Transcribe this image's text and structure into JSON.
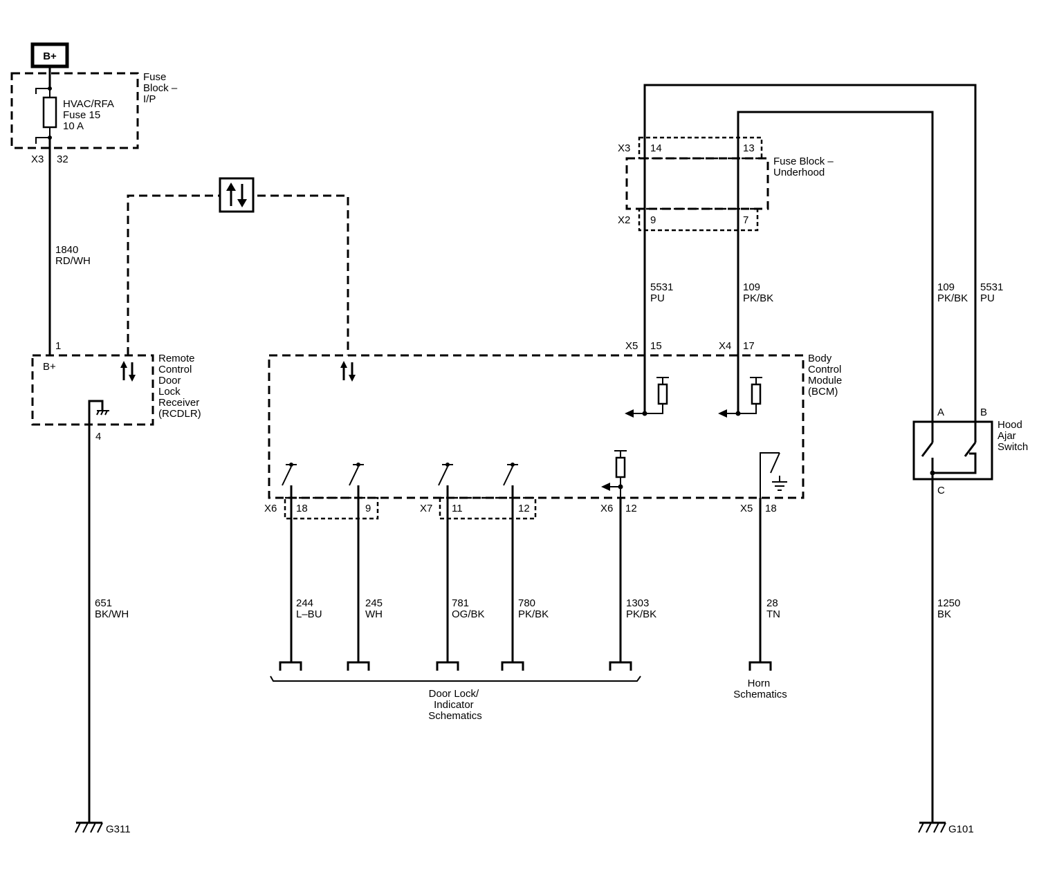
{
  "power": {
    "label": "B+"
  },
  "fuse_block_ip": {
    "title_lines": [
      "Fuse",
      "Block –",
      "I/P"
    ],
    "fuse_lines": [
      "HVAC/RFA",
      "Fuse 15",
      "10 A"
    ],
    "connector": "X3",
    "pin": "32"
  },
  "wires": {
    "w1840": {
      "circuit": "1840",
      "color": "RD/WH"
    },
    "w651": {
      "circuit": "651",
      "color": "BK/WH"
    },
    "w5531a": {
      "circuit": "5531",
      "color": "PU"
    },
    "w109a": {
      "circuit": "109",
      "color": "PK/BK"
    },
    "w109b": {
      "circuit": "109",
      "color": "PK/BK"
    },
    "w5531b": {
      "circuit": "5531",
      "color": "PU"
    },
    "w244": {
      "circuit": "244",
      "color": "L–BU"
    },
    "w245": {
      "circuit": "245",
      "color": "WH"
    },
    "w781": {
      "circuit": "781",
      "color": "OG/BK"
    },
    "w780": {
      "circuit": "780",
      "color": "PK/BK"
    },
    "w1303": {
      "circuit": "1303",
      "color": "PK/BK"
    },
    "w28": {
      "circuit": "28",
      "color": "TN"
    },
    "w1250": {
      "circuit": "1250",
      "color": "BK"
    }
  },
  "rcdlr": {
    "title_lines": [
      "Remote",
      "Control",
      "Door",
      "Lock",
      "Receiver",
      "(RCDLR)"
    ],
    "bplus": "B+",
    "pin_power": "1",
    "pin_ground": "4"
  },
  "fuse_block_uh": {
    "title_lines": [
      "Fuse Block –",
      "Underhood"
    ],
    "x3": {
      "connector": "X3",
      "pin_a": "14",
      "pin_b": "13"
    },
    "x2": {
      "connector": "X2",
      "pin_a": "9",
      "pin_b": "7"
    }
  },
  "bcm": {
    "title_lines": [
      "Body",
      "Control",
      "Module",
      "(BCM)"
    ],
    "top_pins": [
      {
        "connector": "X5",
        "pin": "15"
      },
      {
        "connector": "X4",
        "pin": "17"
      }
    ],
    "bottom_pins": {
      "x6a": {
        "connector": "X6",
        "pin_a": "18",
        "pin_b": "9"
      },
      "x7": {
        "connector": "X7",
        "pin_a": "11",
        "pin_b": "12"
      },
      "x6b": {
        "connector": "X6",
        "pin": "12"
      },
      "x5": {
        "connector": "X5",
        "pin": "18"
      }
    }
  },
  "hood_switch": {
    "title_lines": [
      "Hood",
      "Ajar",
      "Switch"
    ],
    "pin_a": "A",
    "pin_b": "B",
    "pin_c": "C"
  },
  "references": {
    "door_lock_lines": [
      "Door Lock/",
      "Indicator",
      "Schematics"
    ],
    "horn_lines": [
      "Horn",
      "Schematics"
    ]
  },
  "grounds": {
    "left": "G311",
    "right": "G101"
  }
}
